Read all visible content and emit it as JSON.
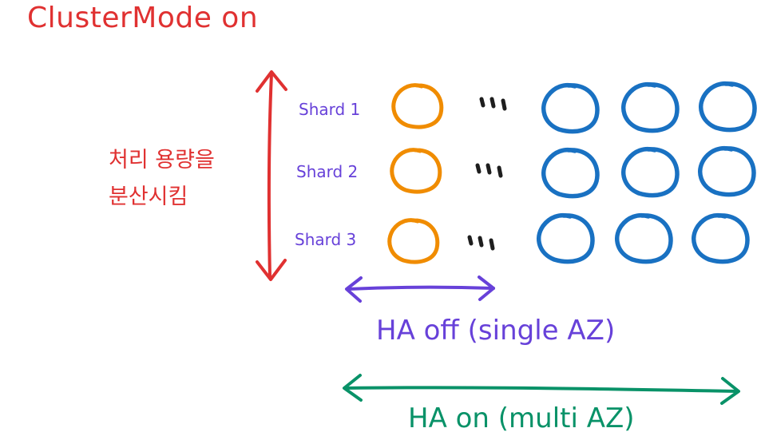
{
  "title": "ClusterMode on",
  "side_label": {
    "line1": "처리 용량을",
    "line2": "분산시킴"
  },
  "shards": [
    {
      "label": "Shard 1"
    },
    {
      "label": "Shard 2"
    },
    {
      "label": "Shard 3"
    }
  ],
  "ellipsis": "'''",
  "ha_off": {
    "label": "HA off (single AZ)"
  },
  "ha_on": {
    "label": "HA on (multi AZ)"
  },
  "colors": {
    "red": "#e03131",
    "violet": "#6741d9",
    "orange": "#f08c00",
    "blue": "#1971c2",
    "green": "#099268",
    "dark": "#1e1e1e"
  }
}
